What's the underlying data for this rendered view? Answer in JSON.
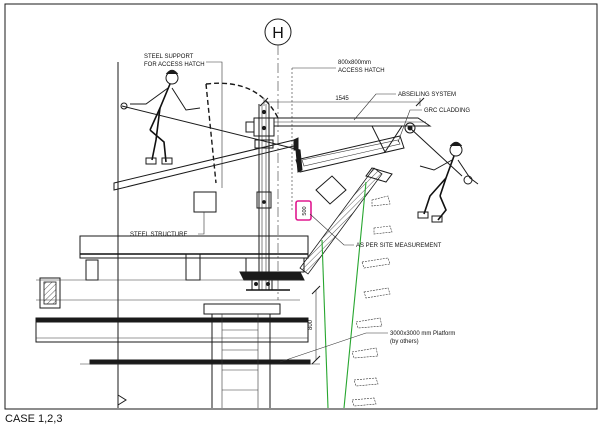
{
  "grid_marker": "H",
  "labels": {
    "steel_support": [
      "STEEL SUPPORT",
      "FOR ACCESS HATCH"
    ],
    "access_hatch": [
      "800x800mm",
      "ACCESS HATCH"
    ],
    "abseiling": "ABSEILING SYSTEM",
    "grc": "GRC CLADDING",
    "steel_structure": "STEEL STRUCTURE",
    "site_measurement": "AS PER SITE MEASUREMENT",
    "platform": [
      "3000x3000 mm Platform",
      "(by others)"
    ]
  },
  "dimensions": {
    "horizontal": "1545",
    "vertical_tag": "500",
    "vertical_left": "800"
  },
  "caption": "CASE 1,2,3",
  "colors": {
    "linework": "#1a1a1a",
    "green_guide": "#27a62f",
    "highlight": "#e0198f"
  }
}
